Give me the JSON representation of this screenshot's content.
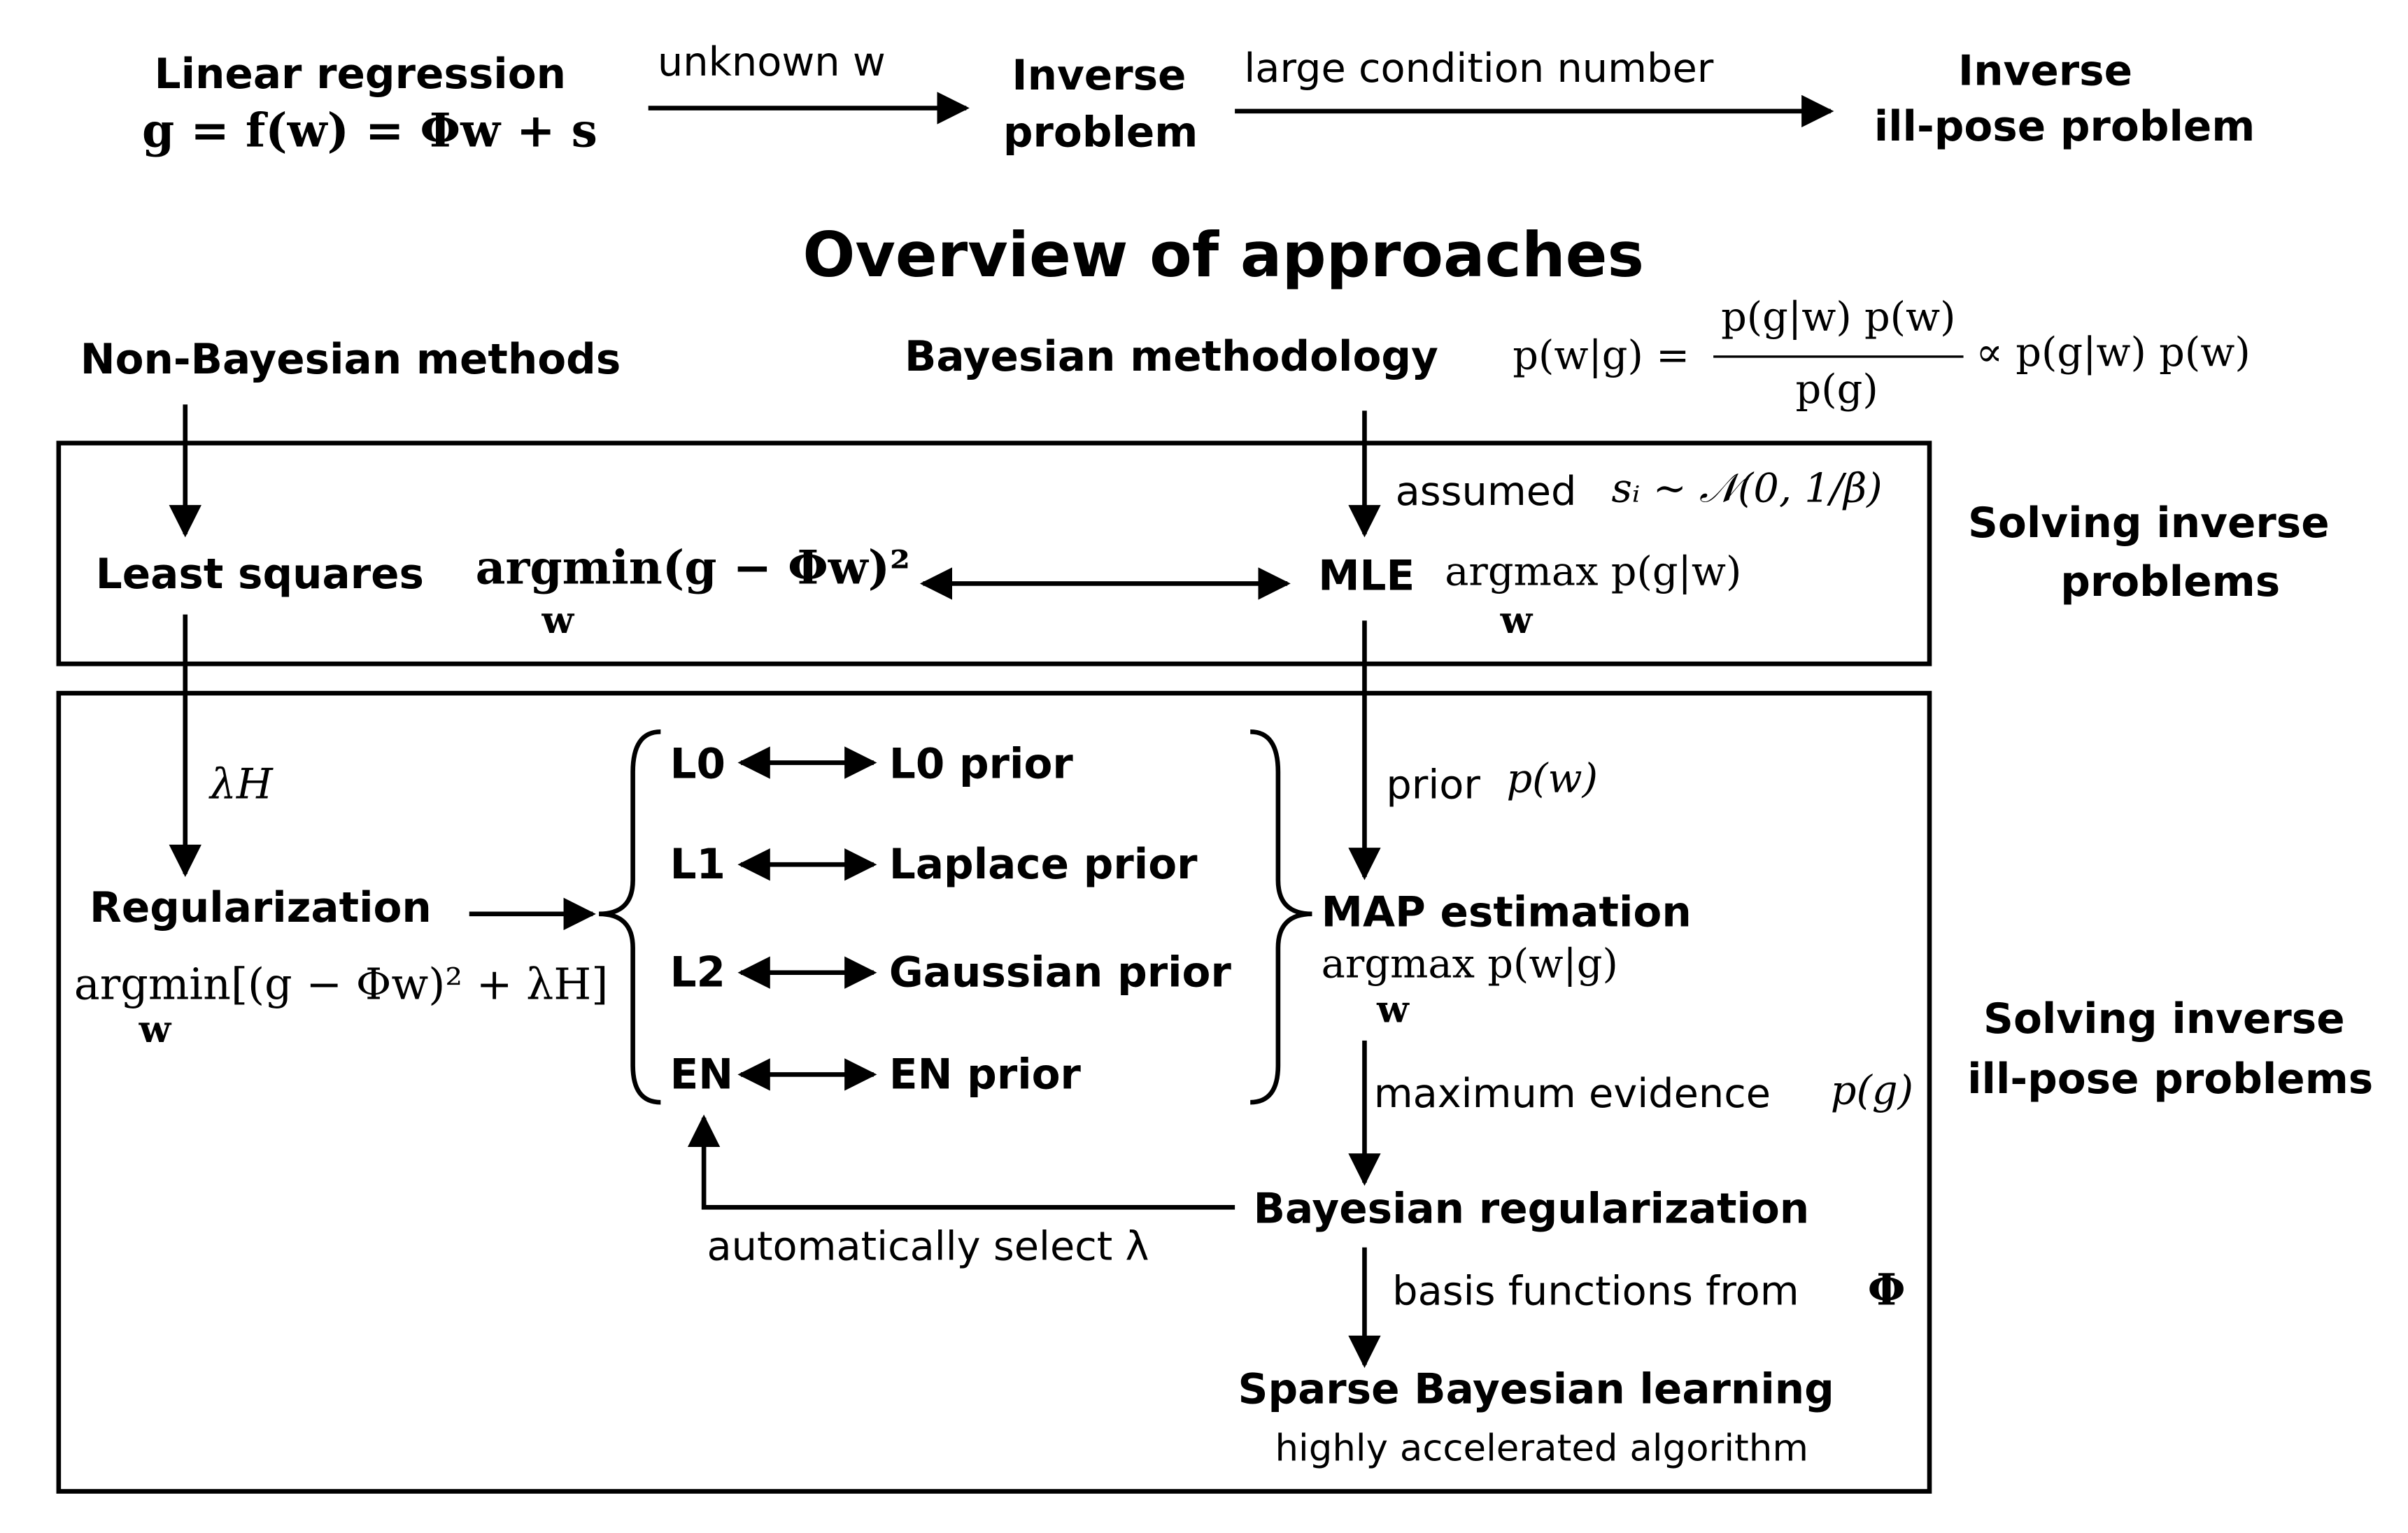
{
  "header": {
    "linear_regression": "Linear regression",
    "linear_regression_eq": "g = f(w) = Φw + s",
    "arrow1_label": "unknown w",
    "inverse_problem": [
      "Inverse",
      "problem"
    ],
    "arrow2_label": "large condition number",
    "ill_posed_problem": [
      "Inverse",
      "ill-pose problem"
    ]
  },
  "title": "Overview of approaches",
  "non_bayesian": {
    "heading": "Non-Bayesian methods",
    "least_squares": "Least squares",
    "least_squares_eq": "argmin(g − Φw)²",
    "argmin_sub": "w",
    "lambda_h": "λH",
    "regularization": "Regularization",
    "regularization_eq": "argmin[(g − Φw)² + λH]",
    "regularization_sub": "w"
  },
  "bayesian": {
    "heading": "Bayesian methodology",
    "bayes_lhs": "p(w|g) =",
    "bayes_num": "p(g|w) p(w)",
    "bayes_den": "p(g)",
    "bayes_rhs": "∝ p(g|w) p(w)",
    "assumed": "assumed",
    "assumed_eq": "sᵢ ~ 𝒩(0, 1/β)",
    "mle": "MLE",
    "mle_eq": "argmax p(g|w)",
    "mle_sub": "w",
    "prior": "prior",
    "prior_eq": "p(w)",
    "map": "MAP estimation",
    "map_eq": "argmax p(w|g)",
    "map_sub": "w",
    "evidence": "maximum evidence",
    "evidence_eq": "p(g)",
    "bayes_reg": "Bayesian regularization",
    "auto_select": "automatically select λ",
    "basis": "basis functions from",
    "basis_eq": "Φ",
    "sbl": "Sparse Bayesian learning",
    "sbl_sub": "highly accelerated algorithm"
  },
  "pairs": [
    {
      "norm": "L0",
      "prior": "L0 prior"
    },
    {
      "norm": "L1",
      "prior": "Laplace prior"
    },
    {
      "norm": "L2",
      "prior": "Gaussian prior"
    },
    {
      "norm": "EN",
      "prior": "EN prior"
    }
  ],
  "side_labels": {
    "box1": [
      "Solving inverse",
      "problems"
    ],
    "box2": [
      "Solving inverse",
      "ill-pose problems"
    ]
  }
}
